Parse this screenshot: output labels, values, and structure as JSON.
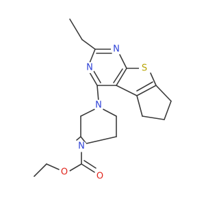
{
  "structure": {
    "atoms": {
      "n_pyr_top": "N",
      "n_pyr_left": "N",
      "s_thiophene": "S",
      "n_pip_top": "N",
      "n_pip_bottom": "N",
      "o_ester": "O",
      "o_carbonyl": "O"
    },
    "colors": {
      "bond": "#3a3a3a",
      "nitrogen": "#2b3fd6",
      "oxygen": "#e0241b",
      "sulfur": "#b8a400"
    }
  }
}
